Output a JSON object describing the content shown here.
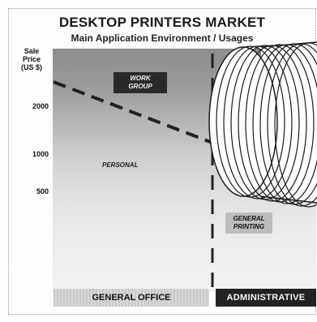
{
  "header": {
    "title": "DESKTOP PRINTERS MARKET",
    "subtitle": "Main Application Environment / Usages"
  },
  "y_axis": {
    "label_line1": "Sale",
    "label_line2": "Price",
    "label_line3": "(US $)",
    "ticks": [
      "2000",
      "1000",
      "500"
    ]
  },
  "regions": {
    "work_group_line1": "WORK",
    "work_group_line2": "GROUP",
    "personal": "PERSONAL",
    "general_printing_line1": "GENERAL",
    "general_printing_line2": "PRINTING"
  },
  "categories": {
    "general_office": "GENERAL OFFICE",
    "administrative": "ADMINISTRATIVE"
  },
  "colors": {
    "dark_box": "#2a2a2a",
    "dashed_line": "#222222",
    "cone_stroke": "#1a1a1a"
  }
}
